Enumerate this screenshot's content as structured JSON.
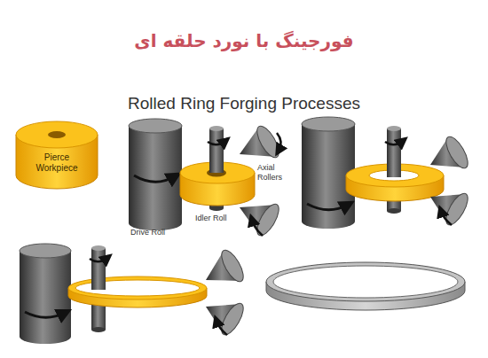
{
  "diagram": {
    "title": "فورجینگ با نورد حلقه ای",
    "nodes": [
      {
        "text": [
          "Pierce Workpiece"
        ]
      }
    ],
    "labels": [
      "Rolled Ring Forging Processes",
      "Drive Roll",
      "Idler Roll",
      "Axial Rollers"
    ]
  }
}
